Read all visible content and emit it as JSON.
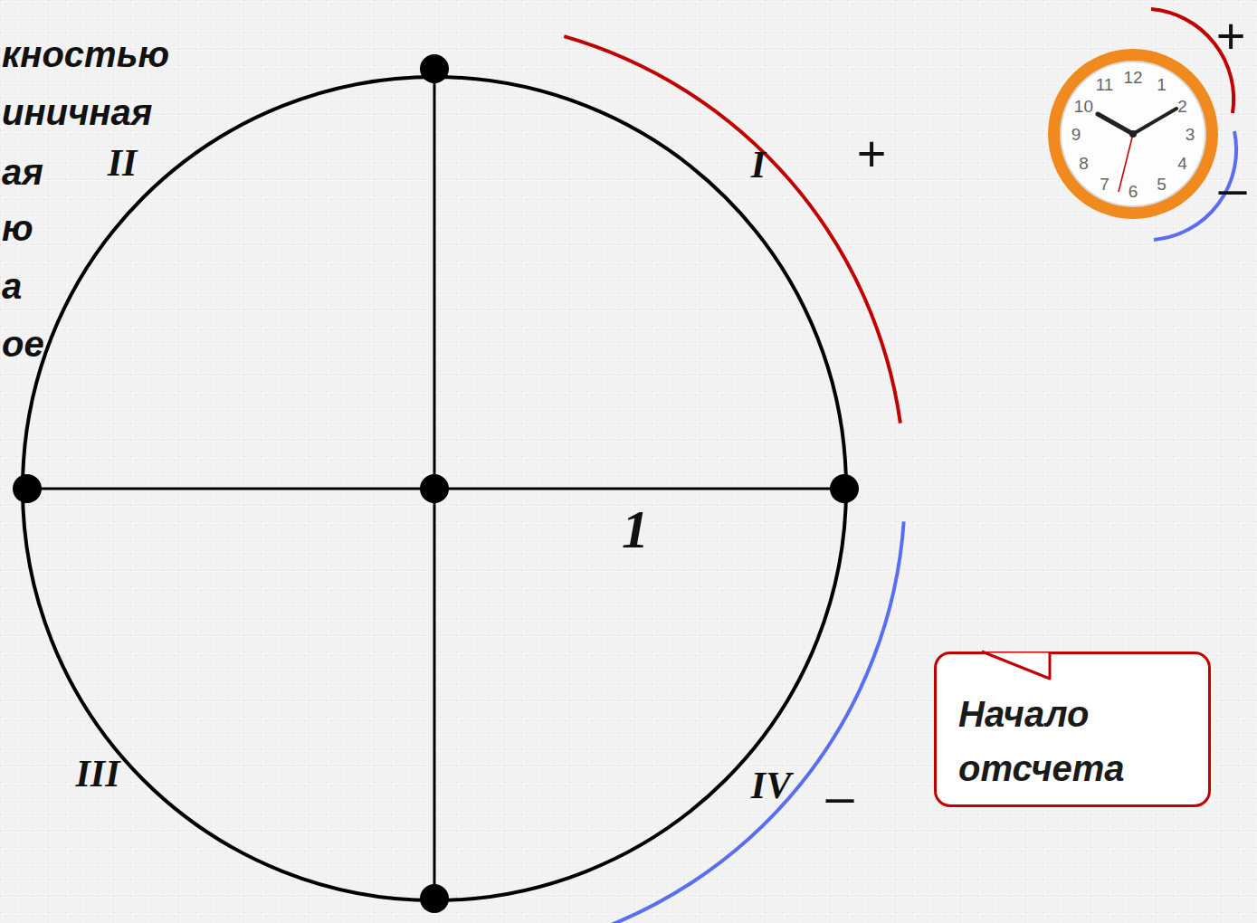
{
  "diagram": {
    "nodes": [
      {
        "text": [
          "Начало отсчета"
        ]
      }
    ],
    "labels": [
      "кностью",
      "иничная",
      "ая",
      "ю",
      "а",
      "ое",
      "II",
      "I",
      "+",
      "III",
      "IV",
      "–",
      "1",
      "+",
      "–",
      "12",
      "1",
      "2",
      "3",
      "4",
      "5",
      "6",
      "7",
      "8",
      "9",
      "10",
      "11"
    ]
  }
}
